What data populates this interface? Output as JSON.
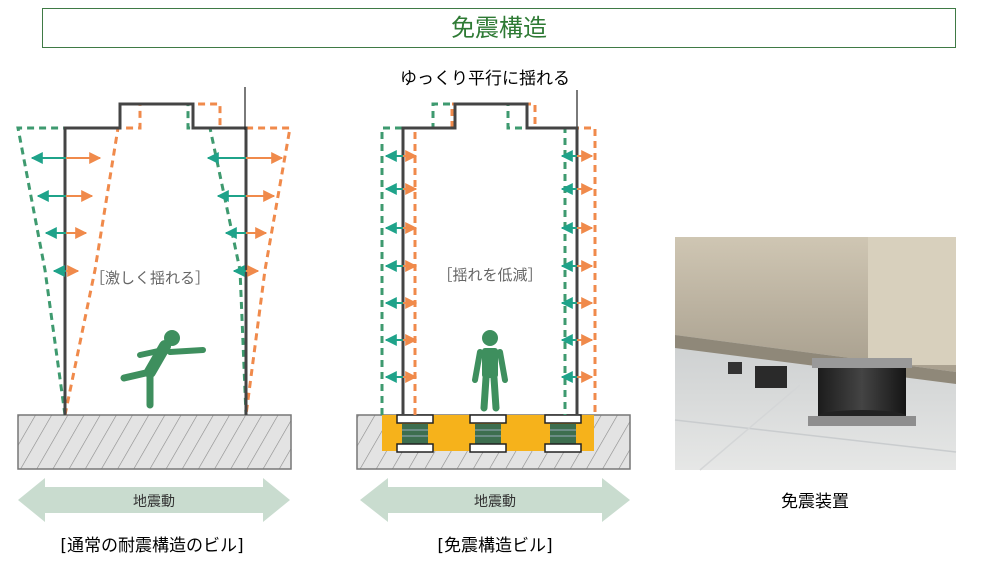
{
  "title": "免震構造",
  "annotation_top": "ゆっくり平行に揺れる",
  "left_building": {
    "inner_label": "［激しく揺れる］",
    "ground_label": "地震動",
    "caption": "[通常の耐震構造のビル]"
  },
  "right_building": {
    "inner_label": "［揺れを低減］",
    "ground_label": "地震動",
    "caption": "[免震構造ビル]"
  },
  "photo": {
    "caption": "免震装置"
  },
  "colors": {
    "green": "#3e9a6f",
    "teal": "#1fa38a",
    "orange": "#f08a4b",
    "frame": "#444444",
    "isolation_yellow": "#f6b21b",
    "ground_arrow": "#c9dccf",
    "title_green": "#2e7a34"
  }
}
